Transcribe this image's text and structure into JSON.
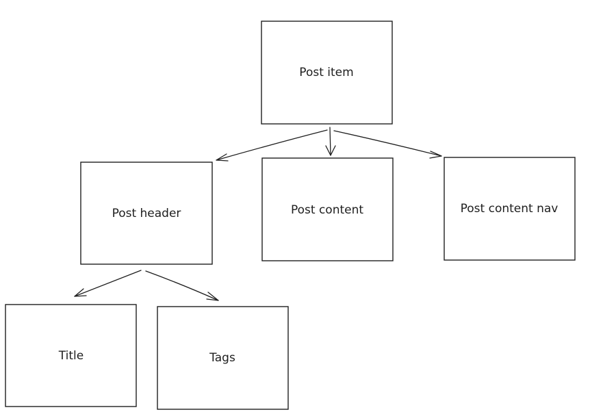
{
  "diagram": {
    "nodes": {
      "post_item": "Post item",
      "post_header": "Post header",
      "post_content": "Post content",
      "post_content_nav": "Post content nav",
      "title": "Title",
      "tags": "Tags"
    },
    "stroke_color": "#1e1e1e",
    "background_color": "#ffffff"
  }
}
